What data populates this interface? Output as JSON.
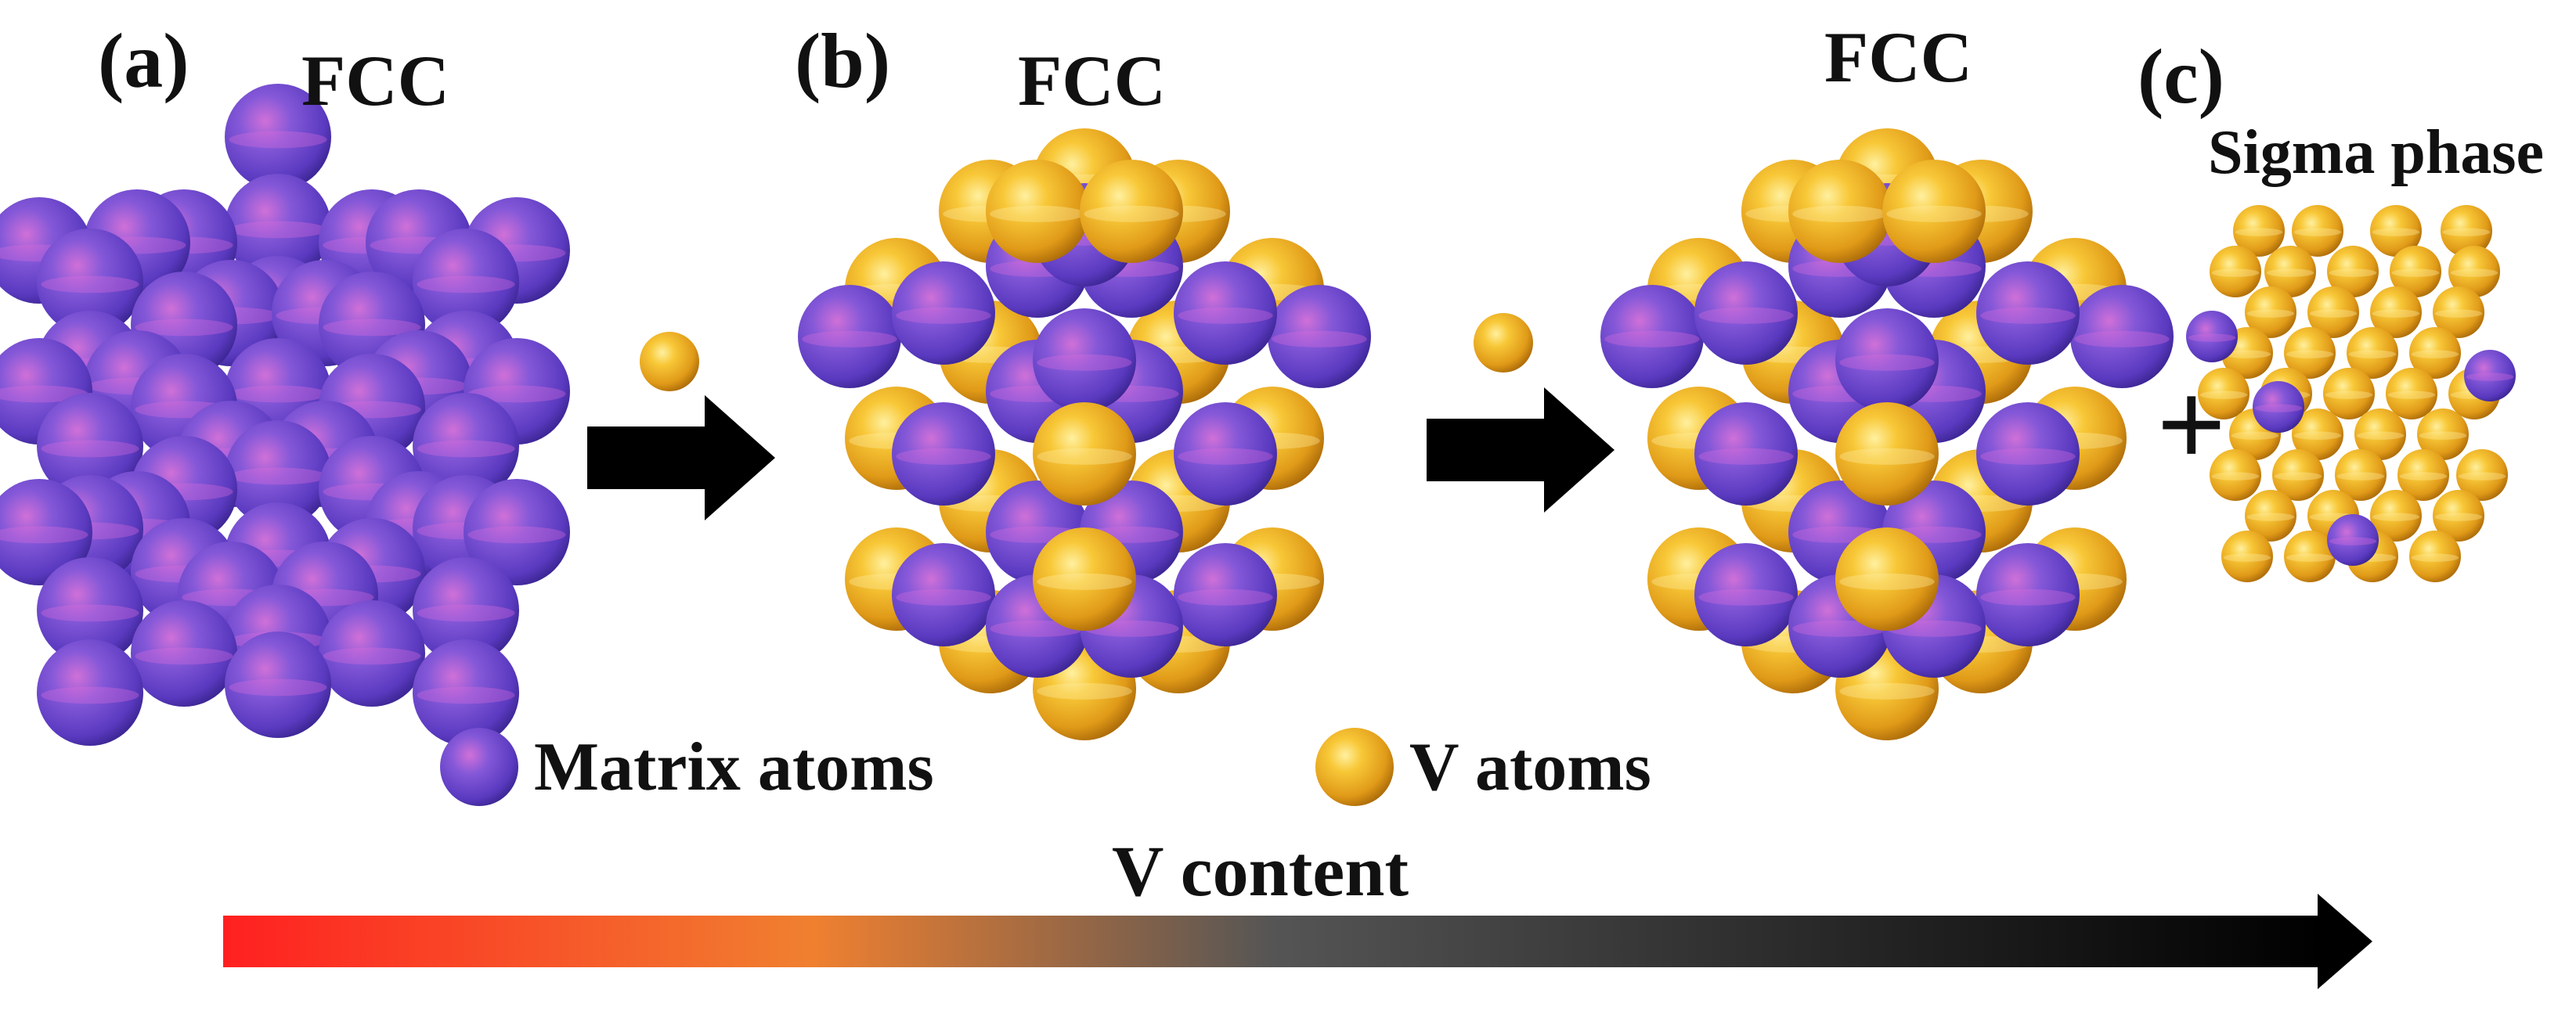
{
  "panels": {
    "a": {
      "label": "(a)",
      "phase": "FCC"
    },
    "b": {
      "label": "(b)",
      "phase": "FCC"
    },
    "b2": {
      "phase": "FCC"
    },
    "c": {
      "label": "(c)",
      "phase": "Sigma phase"
    }
  },
  "legend": {
    "matrix": "Matrix atoms",
    "v": "V atoms"
  },
  "plus_sign": "+",
  "axis": {
    "label": "V content"
  },
  "colors": {
    "matrix_atom": "#6a4fd0",
    "matrix_highlight": "#c455c8",
    "v_atom": "#f0a820",
    "v_highlight": "#fff0a0",
    "gradient_start": "#ff2020",
    "gradient_mid": "#f08030",
    "gradient_end": "#000000"
  }
}
